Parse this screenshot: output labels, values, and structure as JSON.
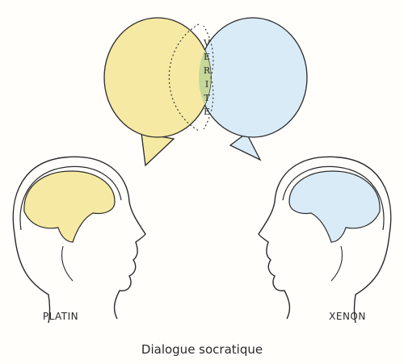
{
  "diagram": {
    "caption": "Dialogue socratique",
    "speaker_left": {
      "name": "PLATIN",
      "brain_color": "#f6e9a3"
    },
    "speaker_right": {
      "name": "XENON",
      "brain_color": "#d9ebf7"
    },
    "overlap": {
      "letters": [
        "V",
        "E",
        "R",
        "I",
        "T",
        "E"
      ],
      "color": "#c5d89a"
    },
    "bubble_left_color": "#f6e9a3",
    "bubble_right_color": "#d9ebf7",
    "ink_color": "#2a2a2a"
  }
}
